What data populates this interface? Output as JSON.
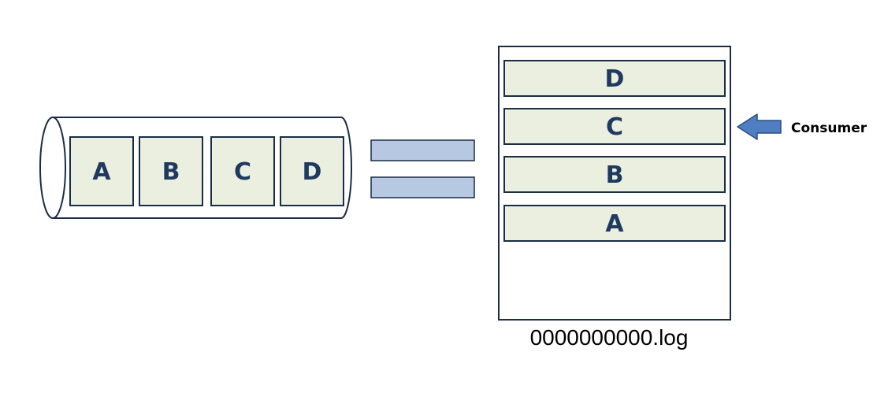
{
  "queue": {
    "cells": [
      "A",
      "B",
      "C",
      "D"
    ]
  },
  "log_file": {
    "rows": [
      "D",
      "C",
      "B",
      "A"
    ],
    "filename": "0000000000.log"
  },
  "consumer": {
    "label": "Consumer"
  },
  "colors": {
    "cell_fill": "#ebefe0",
    "stroke": "#1b2d45",
    "equals_fill": "#b7c9e2",
    "arrow_fill": "#4f7ec2",
    "text": "#1f3a5f"
  }
}
